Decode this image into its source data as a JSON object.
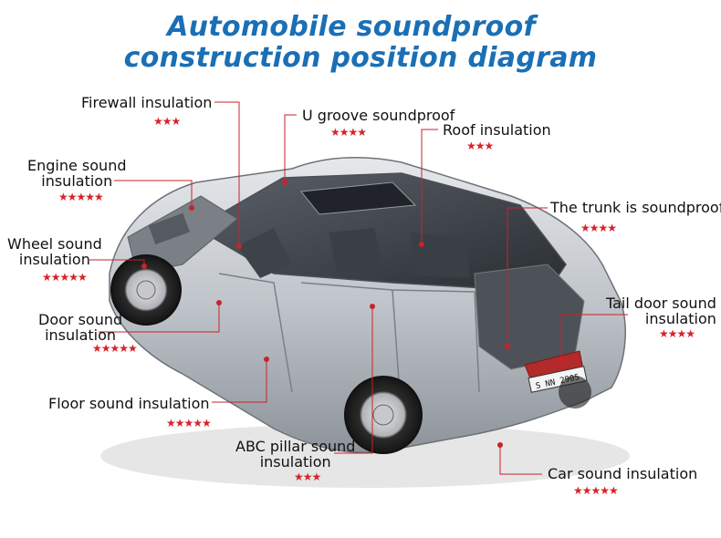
{
  "title": {
    "line1": "Automobile soundproof",
    "line2": "construction position diagram"
  },
  "colors": {
    "title": "#1a6fb5",
    "leader": "#c8232a",
    "stars": "#d8222a",
    "car_body": "#c9cdd2"
  },
  "star_glyph": "★",
  "callouts": [
    {
      "id": "firewall",
      "text": "Firewall insulation",
      "stars": "★★★"
    },
    {
      "id": "u-groove",
      "text": "U groove soundproof",
      "stars": "★★★★"
    },
    {
      "id": "roof",
      "text": "Roof insulation",
      "stars": "★★★"
    },
    {
      "id": "engine",
      "text": "Engine sound\ninsulation",
      "stars": "★★★★★"
    },
    {
      "id": "trunk",
      "text": "The trunk is soundproof",
      "stars": "★★★★"
    },
    {
      "id": "wheel",
      "text": "Wheel sound\ninsulation",
      "stars": "★★★★★"
    },
    {
      "id": "tail-door",
      "text": "Tail door sound\ninsulation",
      "stars": "★★★★"
    },
    {
      "id": "door",
      "text": "Door sound\ninsulation",
      "stars": "★★★★★"
    },
    {
      "id": "floor",
      "text": "Floor sound insulation",
      "stars": "★★★★★"
    },
    {
      "id": "abc-pillar",
      "text": "ABC pillar sound\ninsulation",
      "stars": "★★★"
    },
    {
      "id": "car",
      "text": "Car sound insulation",
      "stars": "★★★★★"
    }
  ],
  "plate_text": "S NN 2905"
}
